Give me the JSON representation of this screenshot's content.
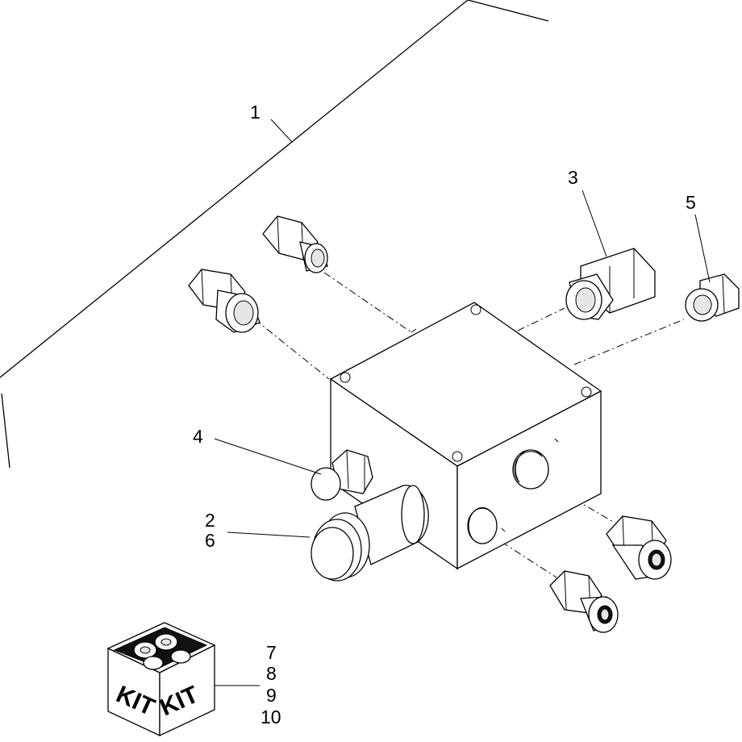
{
  "callouts": {
    "c1": "1",
    "c2": "2",
    "c3": "3",
    "c4": "4",
    "c5": "5",
    "c6": "6",
    "c7": "7",
    "c8": "8",
    "c9": "9",
    "c10": "10"
  },
  "kit": {
    "left_face": "KIT",
    "right_face": "KIT"
  }
}
